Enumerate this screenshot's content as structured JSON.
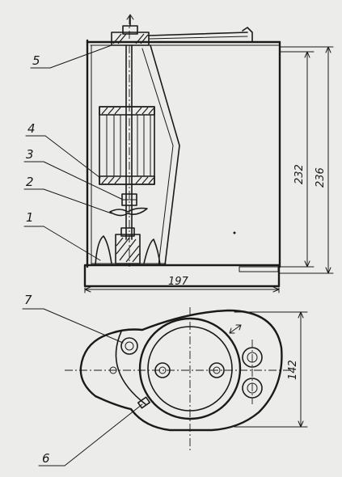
{
  "labels": {
    "l1": "1",
    "l2": "2",
    "l3": "3",
    "l4": "4",
    "l5": "5",
    "l6": "6",
    "l7": "7"
  },
  "dimensions": {
    "width": "197",
    "height_inner": "232",
    "height_outer": "236",
    "plan_depth": "142"
  }
}
